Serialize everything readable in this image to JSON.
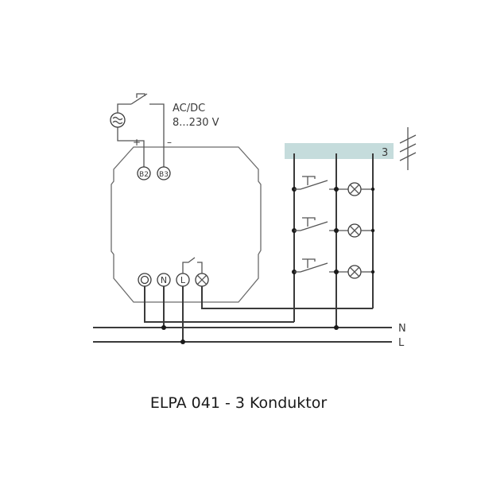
{
  "caption": "ELPA 041 - 3 Konduktor",
  "supply": {
    "label_line1": "AC/DC",
    "label_line2": "8...230 V",
    "plus": "+",
    "minus": "–"
  },
  "terminals": {
    "b2": "B2",
    "b3": "B3",
    "n": "N",
    "l": "L"
  },
  "bus": {
    "count": "3",
    "color": "#c5dcdc"
  },
  "mains": {
    "n_label": "N",
    "l_label": "L"
  },
  "channels": [
    {
      "name": "channel-1"
    },
    {
      "name": "channel-2"
    },
    {
      "name": "channel-3"
    }
  ]
}
